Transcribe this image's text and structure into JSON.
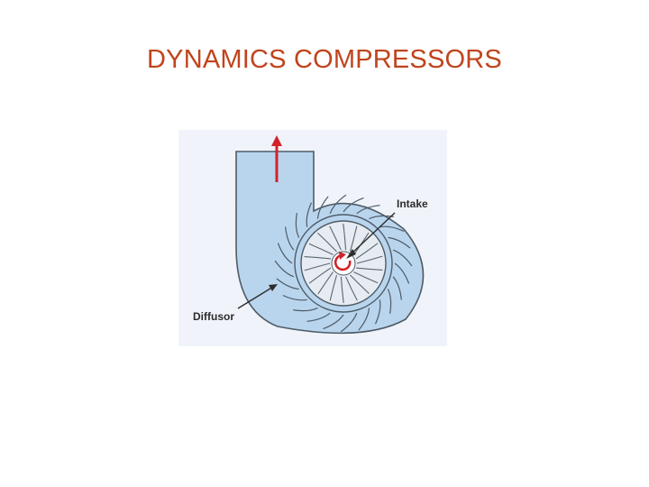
{
  "slide": {
    "title": "DYNAMICS COMPRESSORS"
  },
  "diagram": {
    "labels": {
      "intake": "Intake",
      "diffusor": "Diffusor"
    },
    "colors": {
      "title": "#c0441c",
      "panel_background": "#f0f4fa",
      "fluid": "#b9d5ee",
      "outline": "#4f5b66",
      "flow_arrow": "#d0242a",
      "label_text": "#2c2c2c"
    },
    "icons": [
      "outlet-flow-arrow",
      "rotation-arrow-icon",
      "pointer-arrow"
    ]
  }
}
